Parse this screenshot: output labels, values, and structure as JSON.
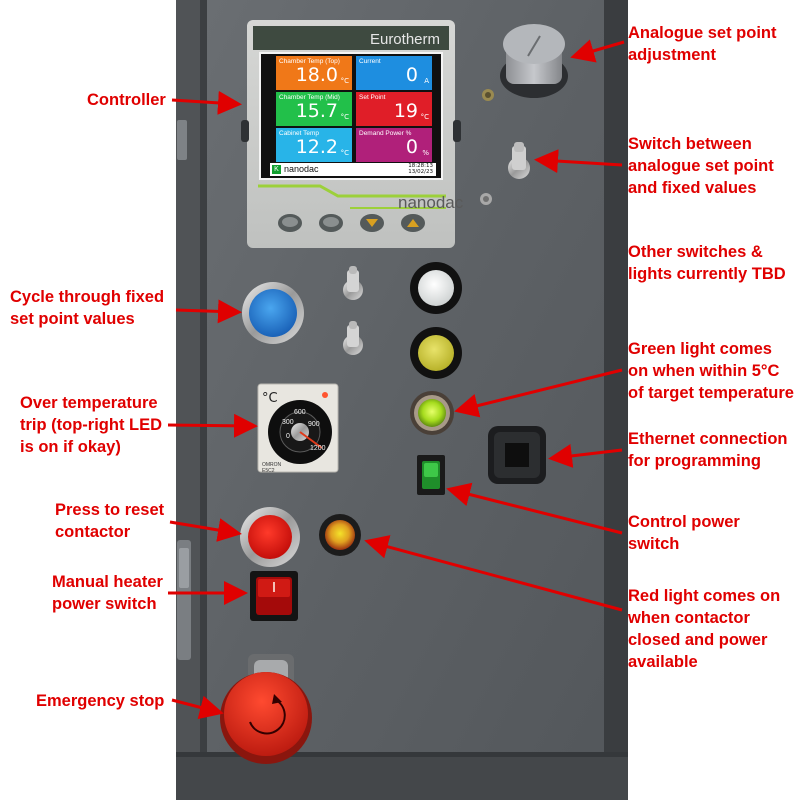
{
  "labels": {
    "controller": "Controller",
    "analogue_set_point": "Analogue set point\nadjustment",
    "switch_between": "Switch between\nanalogue set point\nand fixed values",
    "other_switches": "Other switches &\nlights currently TBD",
    "cycle_fixed": "Cycle through fixed\nset point values",
    "green_light": "Green light comes\non when within 5°C\nof target temperature",
    "over_temp": "Over temperature\ntrip (top-right LED\nis on if okay)",
    "ethernet": "Ethernet connection\nfor programming",
    "press_reset": "Press to reset\ncontactor",
    "control_power": "Control power\nswitch",
    "manual_heater": "Manual heater\npower switch",
    "red_light": "Red light comes on\nwhen contactor\nclosed and power\navailable",
    "emergency_stop": "Emergency stop"
  },
  "controller": {
    "brand": "Eurotherm",
    "model": "nanodac",
    "tiles": [
      {
        "label": "Chamber Temp (Top)",
        "value": "18.0",
        "unit": "°C",
        "color": "#f07818"
      },
      {
        "label": "Current",
        "value": "0",
        "unit": "A",
        "color": "#1e8ee0"
      },
      {
        "label": "Chamber Temp (Mid)",
        "value": "15.7",
        "unit": "°C",
        "color": "#22c04a"
      },
      {
        "label": "Set Point",
        "value": "19",
        "unit": "°C",
        "color": "#e01e28"
      },
      {
        "label": "Cabinet Temp",
        "value": "12.2",
        "unit": "°C",
        "color": "#28b4e8"
      },
      {
        "label": "Demand Power %",
        "value": "0",
        "unit": "%",
        "color": "#b0207a"
      }
    ],
    "status_name": "nanodac",
    "status_time": "18:28:13",
    "status_date": "13/02/23"
  },
  "trip_dial": {
    "unit": "°C",
    "scale": [
      "0",
      "300",
      "600",
      "900",
      "1200"
    ],
    "maker": "OMRON",
    "model": "E5C2"
  },
  "colors": {
    "label_red": "#e00000",
    "panel_grey": "#5e6266",
    "frame_grey": "#3f4245"
  }
}
